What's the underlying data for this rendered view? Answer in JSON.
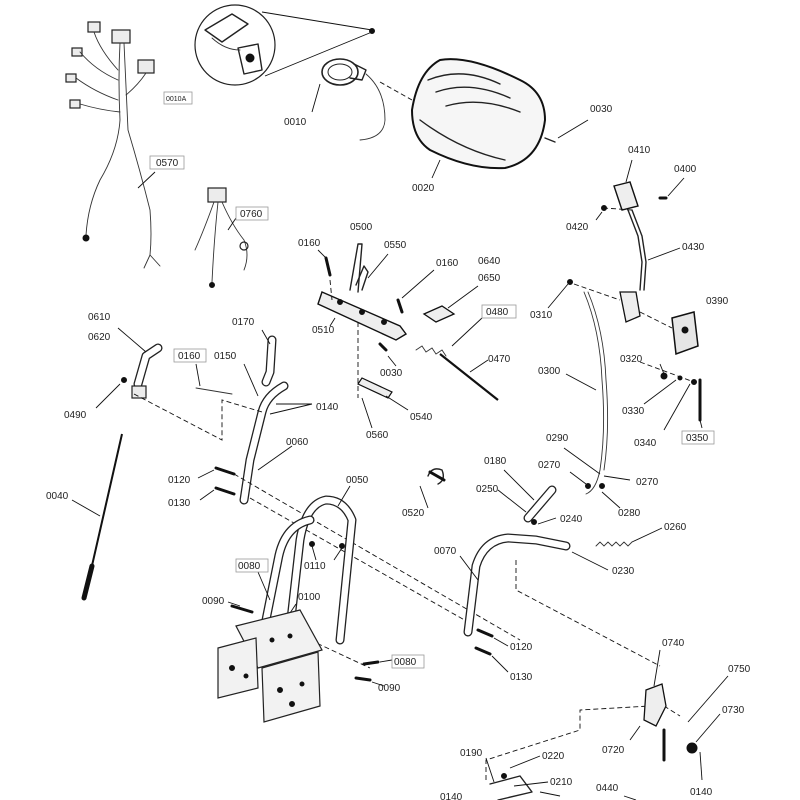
{
  "labels": {
    "l0010A": "0010A",
    "l0010": "0010",
    "l0020": "0020",
    "l0030a": "0030",
    "l0030b": "0030",
    "l0040": "0040",
    "l0050": "0050",
    "l0060": "0060",
    "l0070": "0070",
    "l0080a": "0080",
    "l0080b": "0080",
    "l0090a": "0090",
    "l0090b": "0090",
    "l0100": "0100",
    "l0110": "0110",
    "l0120a": "0120",
    "l0120b": "0120",
    "l0130a": "0130",
    "l0130b": "0130",
    "l0140a": "0140",
    "l0140b": "0140",
    "l0140c": "0140",
    "l0150": "0150",
    "l0160a": "0160",
    "l0160b": "0160",
    "l0160c": "0160",
    "l0170": "0170",
    "l0180": "0180",
    "l0190": "0190",
    "l0210": "0210",
    "l0220": "0220",
    "l0230": "0230",
    "l0240": "0240",
    "l0250": "0250",
    "l0260": "0260",
    "l0270a": "0270",
    "l0270b": "0270",
    "l0280": "0280",
    "l0290": "0290",
    "l0300": "0300",
    "l0310": "0310",
    "l0320": "0320",
    "l0330": "0330",
    "l0340": "0340",
    "l0350": "0350",
    "l0390": "0390",
    "l0400": "0400",
    "l0410": "0410",
    "l0420": "0420",
    "l0430": "0430",
    "l0440": "0440",
    "l0470": "0470",
    "l0480": "0480",
    "l0490": "0490",
    "l0500": "0500",
    "l0510": "0510",
    "l0520": "0520",
    "l0540": "0540",
    "l0550": "0550",
    "l0560": "0560",
    "l0570": "0570",
    "l0610": "0610",
    "l0620": "0620",
    "l0640": "0640",
    "l0650": "0650",
    "l0720": "0720",
    "l0730": "0730",
    "l0740": "0740",
    "l0750": "0750",
    "l0760": "0760"
  },
  "colors": {
    "line": "#222222",
    "label_box": "#999999",
    "background": "#ffffff"
  }
}
